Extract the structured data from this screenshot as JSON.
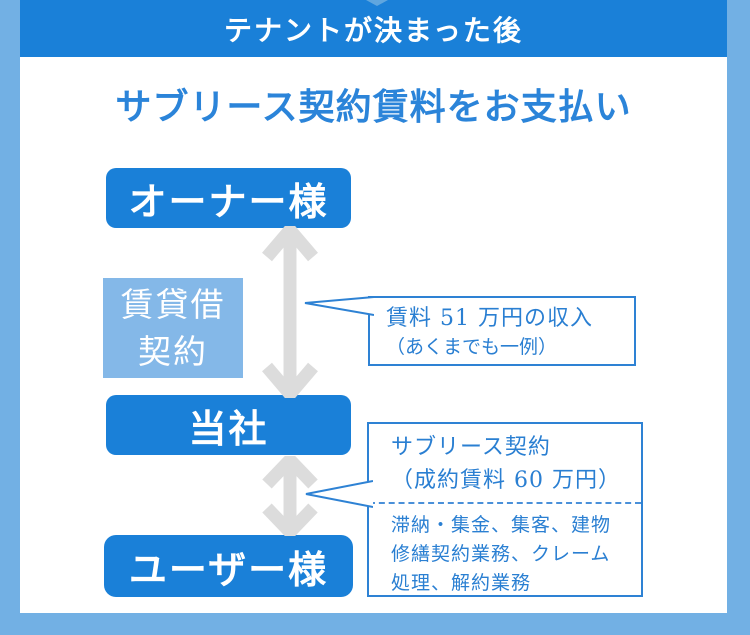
{
  "banner": {
    "label": "テナントが決まった後"
  },
  "title": "サブリース契約賃料をお支払い",
  "diagram": {
    "owner_box": "オーナー様",
    "lease_box": {
      "lines": [
        "賃貸借",
        "契約"
      ]
    },
    "company_box": "当社",
    "user_box": "ユーザー様",
    "callout_rent_income": {
      "line1": "賃料 51 万円の収入",
      "line2": "（あくまでも一例）"
    },
    "callout_sublease": {
      "line1": "サブリース契約",
      "line2": "（成約賃料 60 万円）",
      "notes": [
        "滞納・集金、集客、建物",
        "修繕契約業務、クレーム",
        "処理、解約業務"
      ]
    }
  },
  "colors": {
    "primary_blue": "#1a80d8",
    "light_box_blue": "#84b8e8",
    "frame_blue": "#72b0e4",
    "title_blue": "#2b84d9",
    "callout_border_blue": "#2e82d4",
    "arrow_gray": "#dcdcdc"
  }
}
